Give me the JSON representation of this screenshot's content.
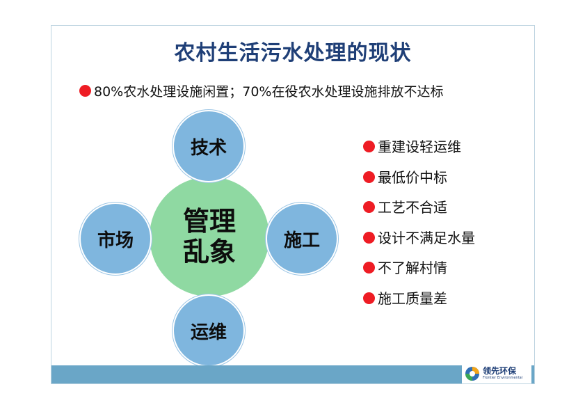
{
  "title": "农村生活污水处理的现状",
  "subtitle": "80%农水处理设施闲置；70%在役农水处理设施排放不达标",
  "diagram": {
    "center": {
      "line1": "管理",
      "line2": "乱象"
    },
    "top": "技术",
    "left": "市场",
    "right": "施工",
    "bottom": "运维"
  },
  "causes": [
    "重建设轻运维",
    "最低价中标",
    "工艺不合适",
    "设计不满足水量",
    "不了解村情",
    "施工质量差"
  ],
  "logo": {
    "cn": "领先环保",
    "en": "Frontier Environmental"
  },
  "colors": {
    "title": "#1f3f77",
    "bullet": "#ee1c24",
    "outer_circle": "#7fb6de",
    "center_circle": "#8fd9a2",
    "footer": "#6aa6c7"
  }
}
